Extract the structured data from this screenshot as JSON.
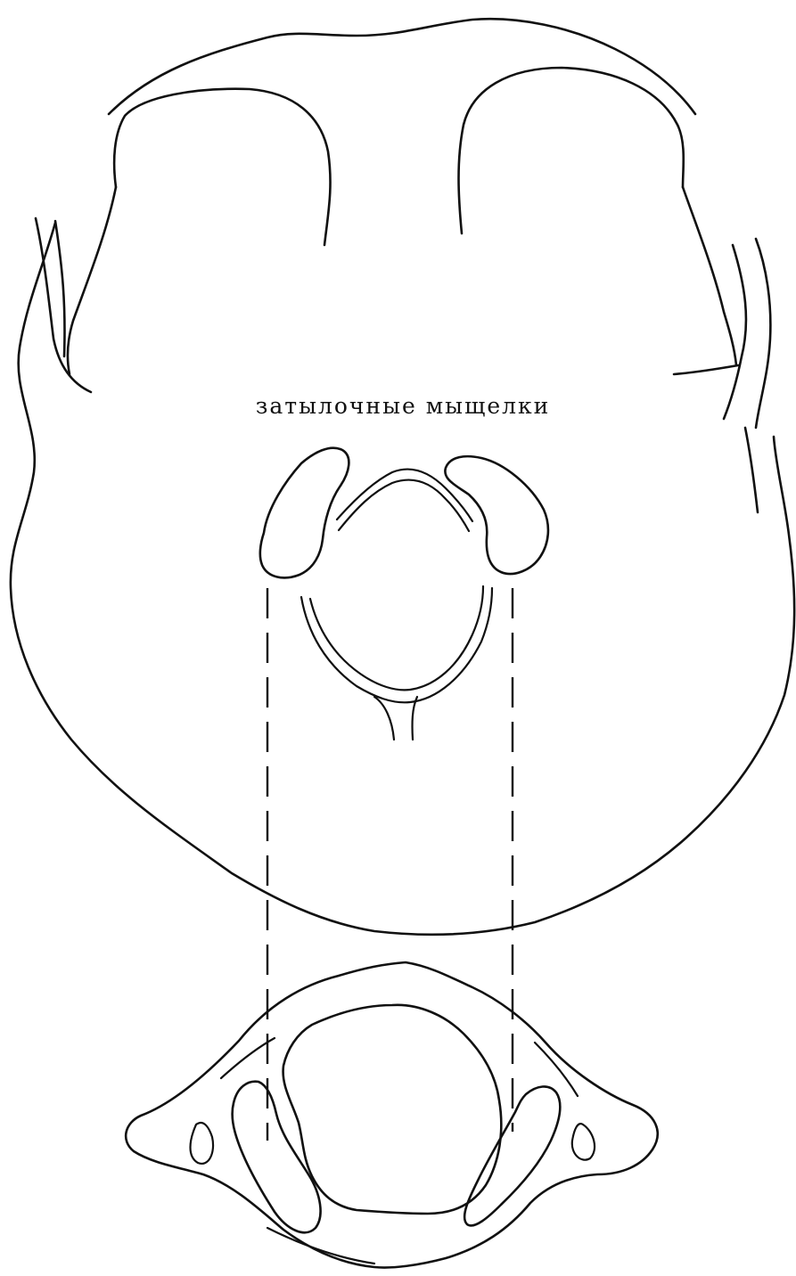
{
  "diagram": {
    "label": "затылочные мыщелки",
    "parts": [
      "skull-base",
      "foramen-magnum",
      "left-occipital-condyle",
      "right-occipital-condyle",
      "atlas-vertebra",
      "left-atlas-facet",
      "right-atlas-facet"
    ]
  }
}
